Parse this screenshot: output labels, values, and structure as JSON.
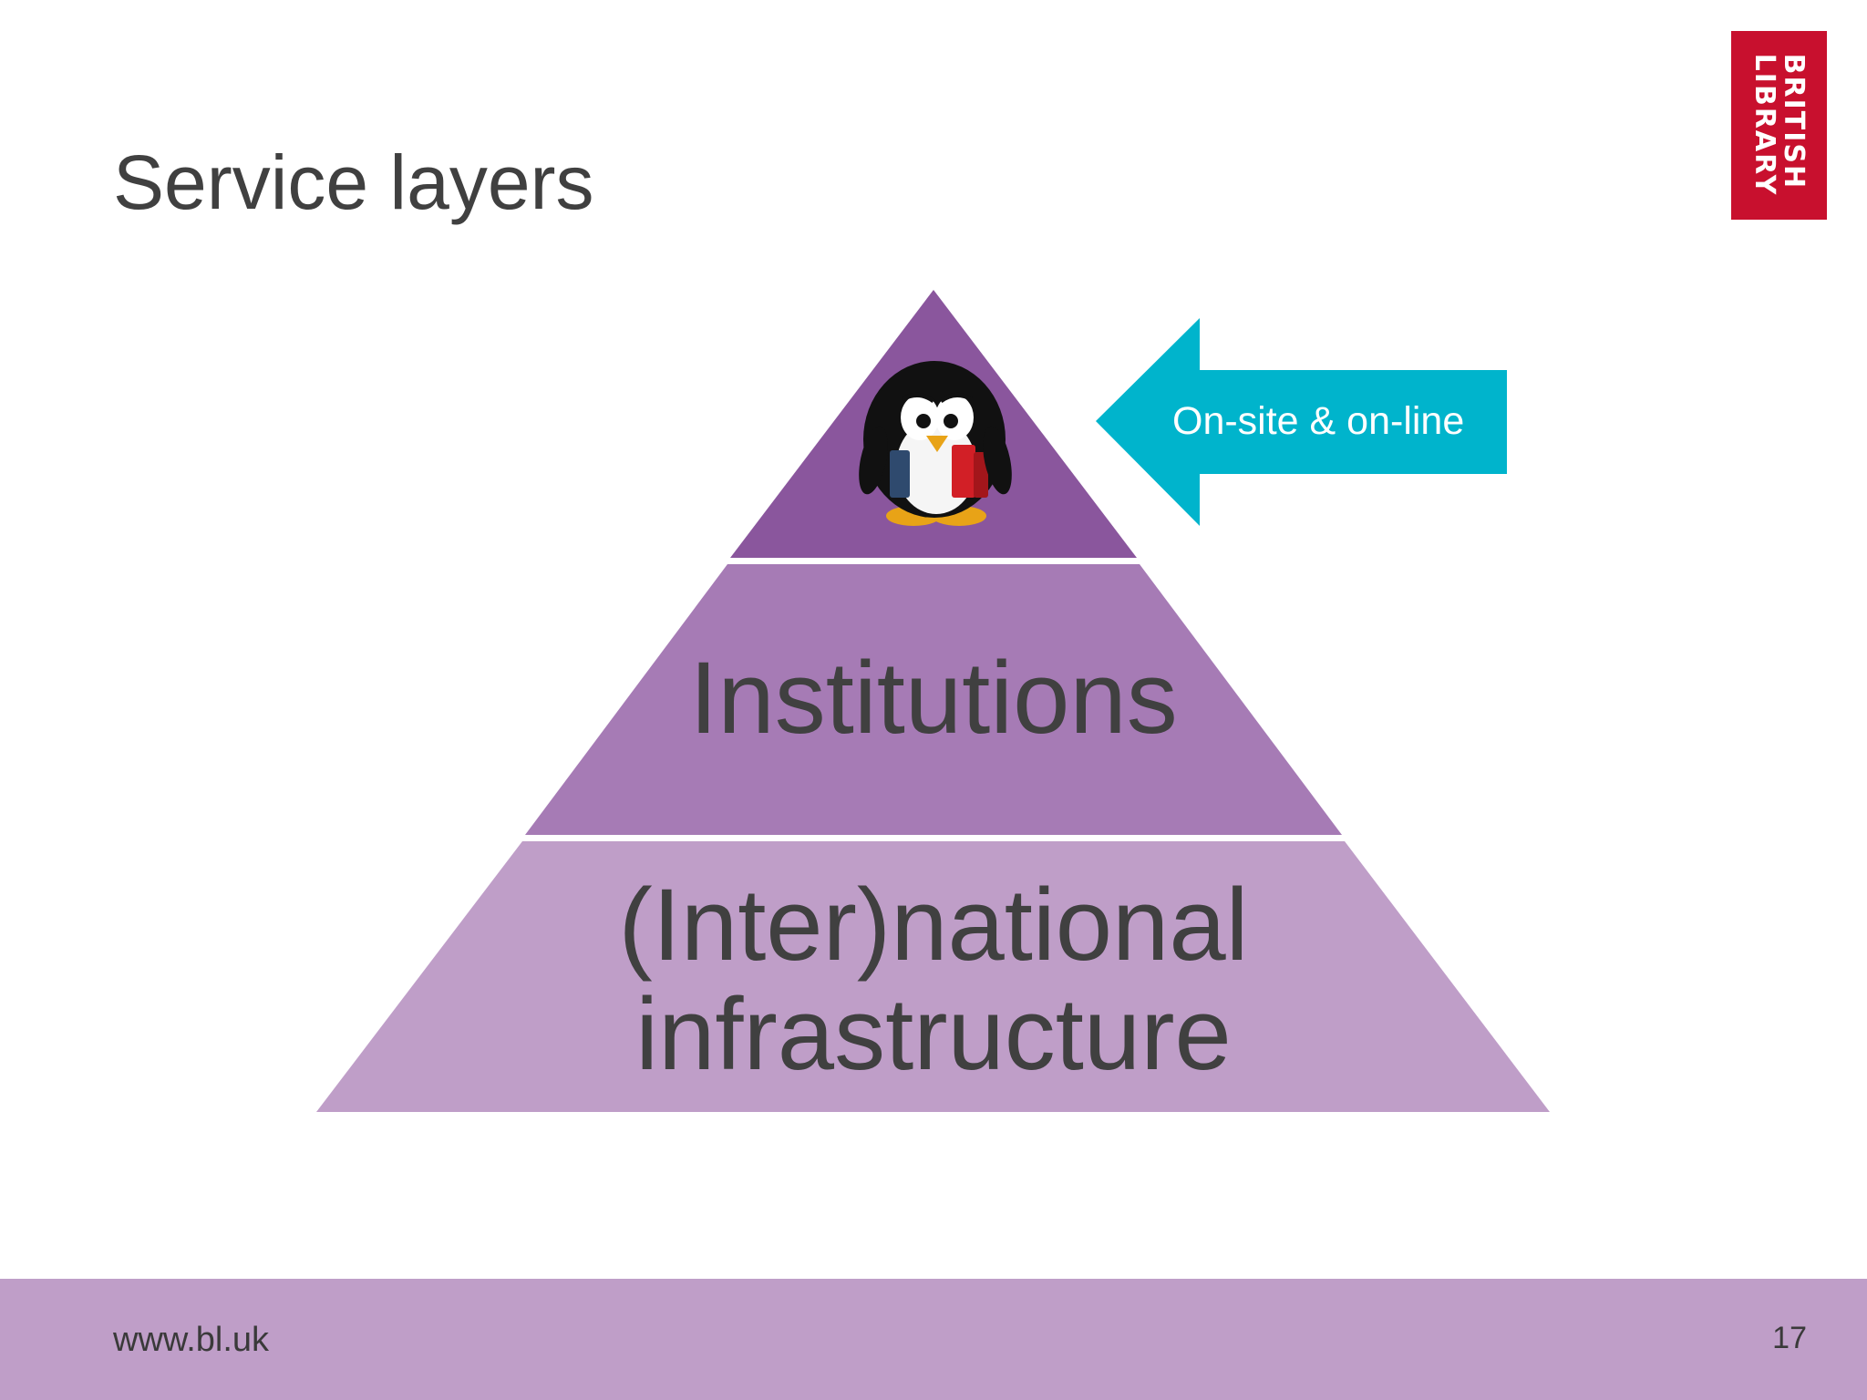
{
  "slide": {
    "title": "Service layers",
    "logo": {
      "line1": "BRITISH",
      "line2": "LIBRARY",
      "color": "#c8102e"
    }
  },
  "pyramid": {
    "layers": [
      {
        "name": "top",
        "label": "",
        "icon": "penguin-reading-icon",
        "color": "#8a569d"
      },
      {
        "name": "middle",
        "label": "Institutions",
        "color": "#a67bb5"
      },
      {
        "name": "bottom",
        "label_line1": "(Inter)national",
        "label_line2": "infrastructure",
        "color": "#bf9ec8"
      }
    ]
  },
  "callout": {
    "label": "On-site & on-line",
    "color": "#00b4cc"
  },
  "footer": {
    "url": "www.bl.uk",
    "page": "17",
    "color": "#bf9ec8"
  }
}
